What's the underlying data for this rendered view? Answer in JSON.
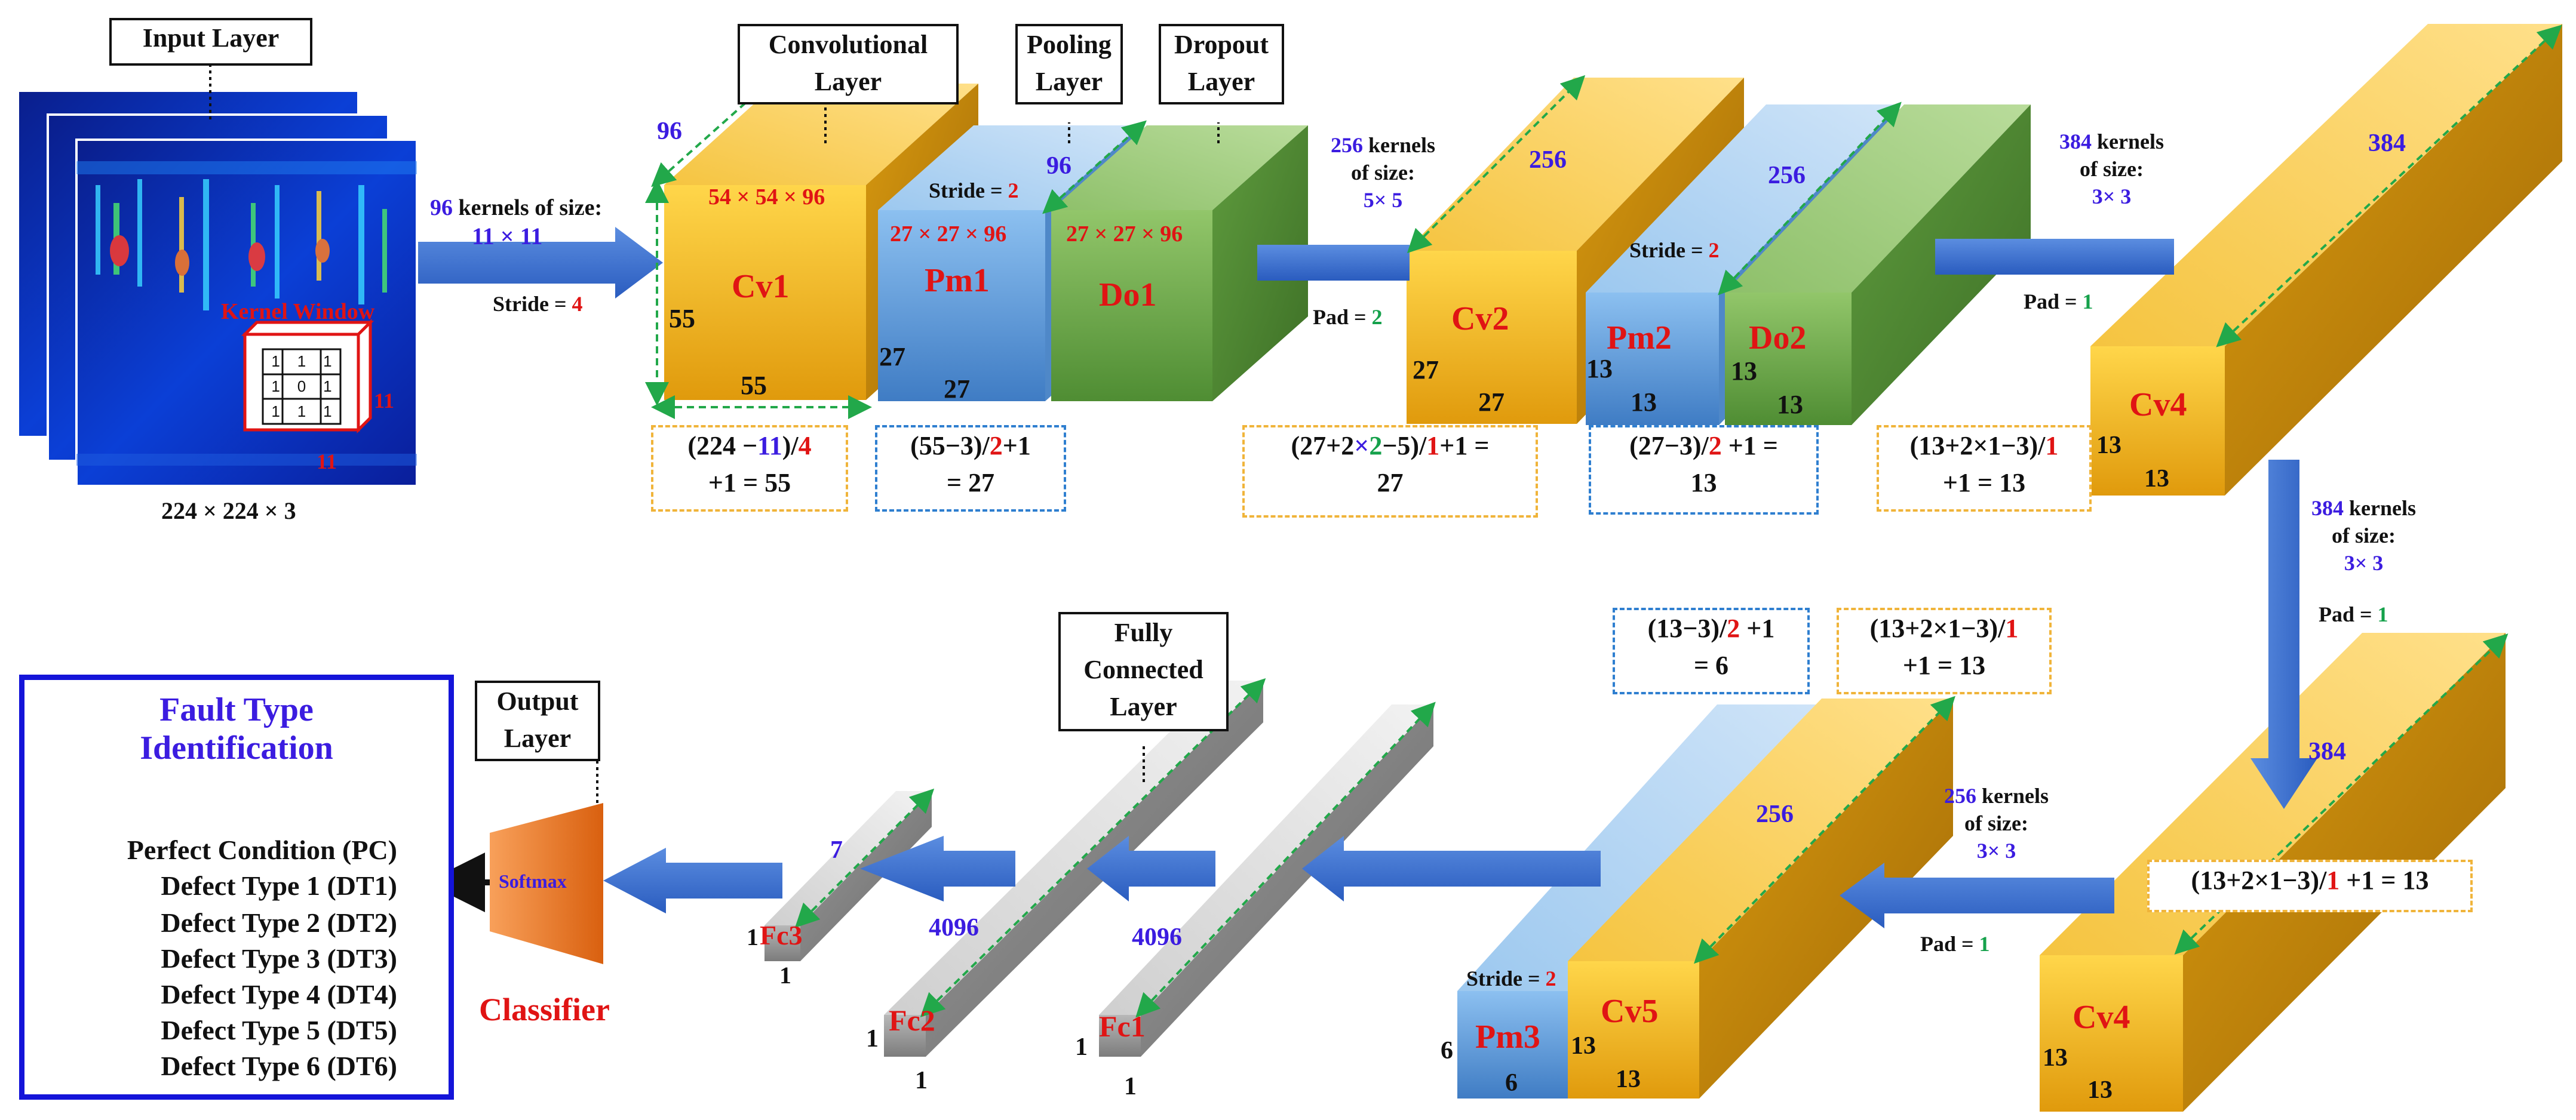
{
  "labels": {
    "input_layer": "Input Layer",
    "conv_layer_1": "Convolutional",
    "conv_layer_2": "Layer",
    "pool_layer_1": "Pooling",
    "pool_layer_2": "Layer",
    "drop_layer_1": "Dropout",
    "drop_layer_2": "Layer",
    "fc_layer_1": "Fully",
    "fc_layer_2": "Connected",
    "fc_layer_3": "Layer",
    "out_layer_1": "Output",
    "out_layer_2": "Layer",
    "kernel_window": "Kernel Window",
    "input_size": "224 × 224 × 3",
    "softmax": "Softmax",
    "classifier": "Classifier"
  },
  "kernel_grid": [
    "1",
    "1",
    "1",
    "1",
    "0",
    "1",
    "1",
    "1",
    "1"
  ],
  "kernel_dim": "11",
  "blocks": {
    "cv1": {
      "name": "Cv1",
      "size": "54 × 54 × 96",
      "depth": "96",
      "h": "55",
      "w": "55"
    },
    "pm1": {
      "name": "Pm1",
      "size": "27 × 27 × 96",
      "depth": "96",
      "h": "27",
      "w": "27",
      "stride_label": "Stride = ",
      "stride": "2"
    },
    "do1": {
      "name": "Do1",
      "size": "27 × 27 × 96"
    },
    "cv2": {
      "name": "Cv2",
      "depth": "256",
      "h": "27",
      "w": "27"
    },
    "pm2": {
      "name": "Pm2",
      "depth": "256",
      "h": "13",
      "w": "13",
      "stride_label": "Stride = ",
      "stride": "2"
    },
    "do2": {
      "name": "Do2",
      "h": "13",
      "w": "13"
    },
    "cv4a": {
      "name": "Cv4",
      "depth": "384",
      "h": "13",
      "w": "13"
    },
    "cv4b": {
      "name": "Cv4",
      "depth": "384",
      "h": "13",
      "w": "13"
    },
    "cv5": {
      "name": "Cv5",
      "depth": "256",
      "h": "13",
      "w": "13"
    },
    "pm3": {
      "name": "Pm3",
      "h": "6",
      "w": "6",
      "stride_label": "Stride = ",
      "stride": "2"
    },
    "fc1": {
      "name": "Fc1",
      "depth": "4096",
      "h": "1",
      "w": "1"
    },
    "fc2": {
      "name": "Fc2",
      "depth": "4096",
      "h": "1",
      "w": "1"
    },
    "fc3": {
      "name": "Fc3",
      "depth": "7",
      "h": "1",
      "w": "1"
    }
  },
  "transitions": {
    "t1": {
      "n": "96",
      "txt": " kernels of size:",
      "k": "11  × 11",
      "stride_label": "Stride = ",
      "stride": "4"
    },
    "t2": {
      "n": "256",
      "txt": " kernels",
      "l2": "of size:",
      "k": "5× 5",
      "pad_label": "Pad = ",
      "pad": "2"
    },
    "t3": {
      "n": "384",
      "txt": " kernels",
      "l2": "of size:",
      "k": "3× 3",
      "pad_label": "Pad = ",
      "pad": "1"
    },
    "t4": {
      "n": "384",
      "txt": " kernels",
      "l2": "of size:",
      "k": "3× 3",
      "pad_label": "Pad = ",
      "pad": "1"
    },
    "t5": {
      "n": "256",
      "txt": " kernels",
      "l2": "of size:",
      "k": "3× 3",
      "pad_label": "Pad = ",
      "pad": "1"
    }
  },
  "formulas": {
    "f1": {
      "a": "(224 −",
      "b": "11",
      ")/": ")/",
      "c": "4",
      "l2": "+1 = 55"
    },
    "f2": {
      "a": "(55−3)/",
      "c": "2",
      "d": "+1",
      "l2": "= 27"
    },
    "f3": {
      "a": "(27+2",
      "x": "×",
      "p": "2",
      "m": "−5)/",
      "s": "1",
      "e": "+1 =",
      "l2": "27"
    },
    "f4": {
      "a": "(27−3)/",
      "c": "2",
      "d": " +1 =",
      "l2": "13"
    },
    "f5": {
      "a": "(13+2×1−3)/",
      "c": "1",
      "l2": "+1 = 13"
    },
    "f6": {
      "a": "(13+2×1−3)/",
      "c": "1",
      "d": " +1 = 13"
    },
    "f7": {
      "a": "(13−3)/",
      "c": "2",
      "d": " +1",
      "l2": "= 6"
    },
    "f8": {
      "a": "(13+2×1−3)/",
      "c": "1",
      "l2": "+1 = 13"
    }
  },
  "fault": {
    "title_1": "Fault Type",
    "title_2": "Identification",
    "items": [
      {
        "label": "Perfect Condition (PC)",
        "icon": "circle-icon",
        "color": "#f2c21b"
      },
      {
        "label": "Defect Type 1 (DT1)",
        "icon": "triangle-icon",
        "color": "#1fa84f"
      },
      {
        "label": "Defect Type 2 (DT2)",
        "icon": "pentagon-icon",
        "color": "#2b6fd1"
      },
      {
        "label": "Defect Type 3 (DT3)",
        "icon": "hexagon-icon",
        "color": "#6fb43c"
      },
      {
        "label": "Defect Type 4 (DT4)",
        "icon": "diamond-icon",
        "color": "#ee7b22"
      },
      {
        "label": "Defect Type 5 (DT5)",
        "icon": "right-triangle-icon",
        "color": "#3bd14a"
      },
      {
        "label": "Defect Type 6 (DT6)",
        "icon": "leaf-icon",
        "color": "#6db24a"
      }
    ]
  },
  "colors": {
    "conv": "#f4b820",
    "pool": "#6fa8e0",
    "drop": "#79b355",
    "fc": "#a6a6a6",
    "arrow": "#3a6fd0",
    "softmax": "#ef7a24"
  }
}
